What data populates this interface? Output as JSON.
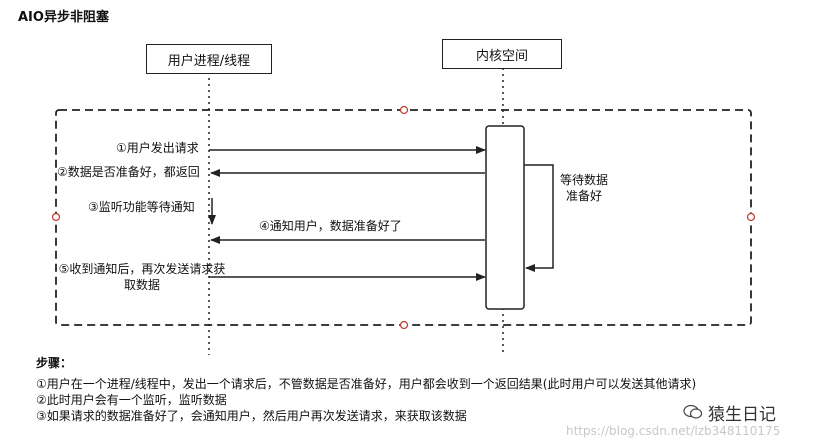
{
  "title": "AIO异步非阻塞",
  "lanes": {
    "user": "用户进程/线程",
    "kernel": "内核空间"
  },
  "messages": {
    "m1": "①用户发出请求",
    "m2": "②数据是否准备好，都返回",
    "m3": "③监听功能等待通知",
    "m4": "④通知用户，数据准备好了",
    "m5": "⑤收到通知后，再次发送请求获取数据",
    "self": "等待数据准备好"
  },
  "steps": {
    "heading": "步骤：",
    "items": [
      "①用户在一个进程/线程中，发出一个请求后，不管数据是否准备好，用户都会收到一个返回结果(此时用户可以发送其他请求)",
      "②此时用户会有一个监听，监听数据",
      "③如果请求的数据准备好了，会通知用户，然后用户再次发送请求，来获取该数据"
    ]
  },
  "watermark": {
    "brand": "猿生日记",
    "url": "https://blog.csdn.net/lzb348110175"
  },
  "colors": {
    "line": "#222222",
    "handle": "#c0392b"
  }
}
